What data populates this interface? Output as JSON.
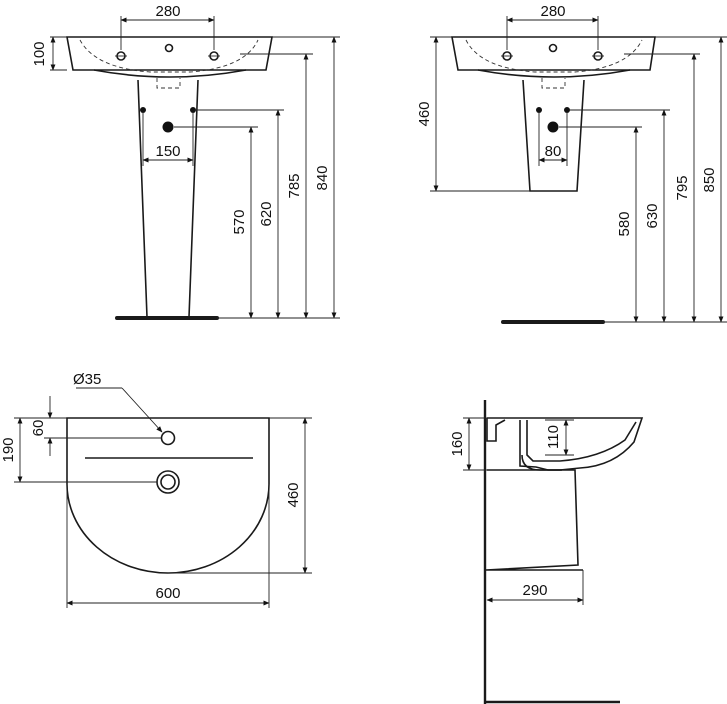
{
  "front_pedestal": {
    "tap_spacing": "280",
    "basin_height": "100",
    "waste_spacing": "150",
    "waste_height": "570",
    "supply_height": "620",
    "basin_underside_height": "785",
    "total_height": "840"
  },
  "front_semi_pedestal": {
    "tap_spacing": "280",
    "semi_pedestal_height": "460",
    "waste_spacing": "80",
    "waste_height": "580",
    "supply_height": "630",
    "basin_underside_height": "795",
    "total_height": "850"
  },
  "plan_view": {
    "tap_hole_diameter": "Ø35",
    "tap_hole_offset": "60",
    "overflow_offset": "190",
    "depth": "460",
    "width": "600"
  },
  "side_view": {
    "rim_height": "160",
    "bowl_depth": "110",
    "pedestal_projection": "290"
  },
  "colors": {
    "line": "#1a1a1a",
    "background": "#ffffff"
  }
}
